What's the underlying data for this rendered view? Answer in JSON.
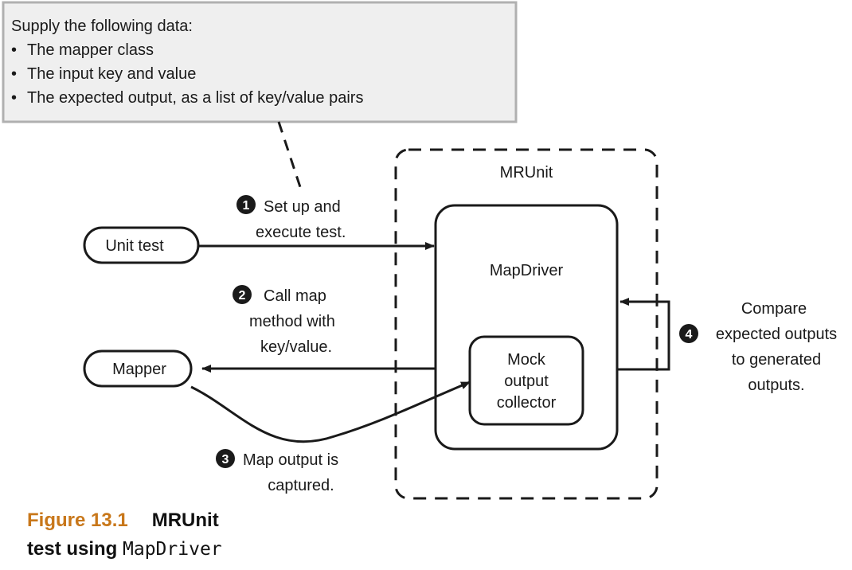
{
  "callout": {
    "heading": "Supply the following data:",
    "bullets": [
      "The mapper class",
      "The input key and value",
      "The expected output, as a list of key/value pairs"
    ]
  },
  "nodes": {
    "unit_test": "Unit test",
    "mapper": "Mapper",
    "mrunit": "MRUnit",
    "map_driver": "MapDriver",
    "mock_collector": [
      "Mock",
      "output",
      "collector"
    ]
  },
  "steps": {
    "s1": {
      "num": "1",
      "lines": [
        "Set up and",
        "execute test."
      ]
    },
    "s2": {
      "num": "2",
      "lines": [
        "Call map",
        "method with",
        "key/value."
      ]
    },
    "s3": {
      "num": "3",
      "lines": [
        "Map output is",
        "captured."
      ]
    },
    "s4": {
      "num": "4",
      "lines": [
        "Compare",
        "expected outputs",
        "to generated",
        "outputs."
      ]
    }
  },
  "caption": {
    "figure_number": "Figure 13.1",
    "title_bold_1": "MRUnit",
    "title_bold_2": "test using ",
    "title_code": "MapDriver"
  },
  "colors": {
    "callout_fill": "#efefef",
    "callout_border": "#b0b0b0",
    "caption_accent": "#c8771a",
    "ink": "#1a1a1a"
  }
}
